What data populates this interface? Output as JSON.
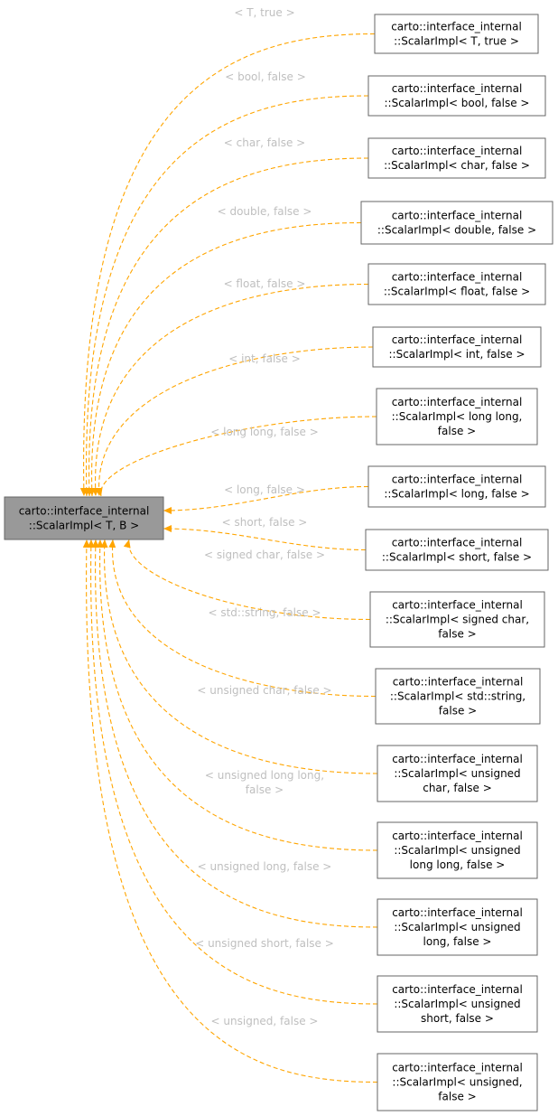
{
  "colors": {
    "edge": "#ffa500",
    "base_fill": "#999999",
    "node_border": "#666666",
    "label": "#bfbfbf"
  },
  "base_node": {
    "lines": [
      "carto::interface_internal",
      "::ScalarImpl< T, B >"
    ]
  },
  "nodes": [
    {
      "lines": [
        "carto::interface_internal",
        "::ScalarImpl< T, true >"
      ],
      "edge_label": [
        "< T, true >"
      ]
    },
    {
      "lines": [
        "carto::interface_internal",
        "::ScalarImpl< bool, false >"
      ],
      "edge_label": [
        "< bool, false >"
      ]
    },
    {
      "lines": [
        "carto::interface_internal",
        "::ScalarImpl< char, false >"
      ],
      "edge_label": [
        "< char, false >"
      ]
    },
    {
      "lines": [
        "carto::interface_internal",
        "::ScalarImpl< double, false >"
      ],
      "edge_label": [
        "< double, false >"
      ]
    },
    {
      "lines": [
        "carto::interface_internal",
        "::ScalarImpl< float, false >"
      ],
      "edge_label": [
        "< float, false >"
      ]
    },
    {
      "lines": [
        "carto::interface_internal",
        "::ScalarImpl< int, false >"
      ],
      "edge_label": [
        "< int, false >"
      ]
    },
    {
      "lines": [
        "carto::interface_internal",
        "::ScalarImpl< long long,",
        "false >"
      ],
      "edge_label": [
        "< long long, false >"
      ]
    },
    {
      "lines": [
        "carto::interface_internal",
        "::ScalarImpl< long, false >"
      ],
      "edge_label": [
        "< long, false >"
      ]
    },
    {
      "lines": [
        "carto::interface_internal",
        "::ScalarImpl< short, false >"
      ],
      "edge_label": [
        "< short, false >"
      ]
    },
    {
      "lines": [
        "carto::interface_internal",
        "::ScalarImpl< signed char,",
        "false >"
      ],
      "edge_label": [
        "< signed char, false >"
      ]
    },
    {
      "lines": [
        "carto::interface_internal",
        "::ScalarImpl< std::string,",
        "false >"
      ],
      "edge_label": [
        "< std::string, false >"
      ]
    },
    {
      "lines": [
        "carto::interface_internal",
        "::ScalarImpl< unsigned",
        "char, false >"
      ],
      "edge_label": [
        "< unsigned char, false >"
      ]
    },
    {
      "lines": [
        "carto::interface_internal",
        "::ScalarImpl< unsigned",
        "long long, false >"
      ],
      "edge_label": [
        "< unsigned long long,",
        "false >"
      ]
    },
    {
      "lines": [
        "carto::interface_internal",
        "::ScalarImpl< unsigned",
        "long, false >"
      ],
      "edge_label": [
        "< unsigned long, false >"
      ]
    },
    {
      "lines": [
        "carto::interface_internal",
        "::ScalarImpl< unsigned",
        "short, false >"
      ],
      "edge_label": [
        "< unsigned short, false >"
      ]
    },
    {
      "lines": [
        "carto::interface_internal",
        "::ScalarImpl< unsigned,",
        "false >"
      ],
      "edge_label": [
        "< unsigned, false >"
      ]
    }
  ]
}
